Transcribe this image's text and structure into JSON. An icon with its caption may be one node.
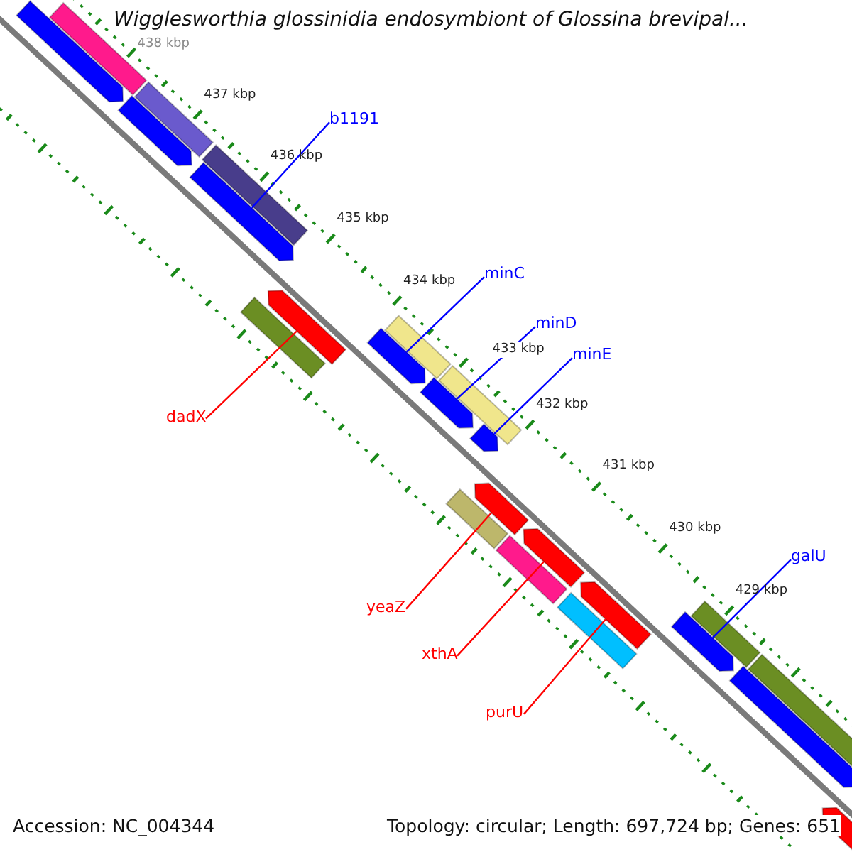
{
  "diagram": {
    "title": "Wigglesworthia glossinidia endosymbiont of Glossina brevipal...",
    "nodes": [
      {
        "text": [
          "b1191"
        ]
      },
      {
        "text": [],
        "shape": "arrow"
      },
      {
        "text": [
          "minC"
        ]
      },
      {
        "text": [],
        "shape": "arrow"
      },
      {
        "text": [
          "minD"
        ]
      },
      {
        "text": [],
        "shape": "arrow"
      },
      {
        "text": [
          "minE"
        ]
      },
      {
        "text": [],
        "shape": "arrow"
      },
      {
        "text": [
          "dadX"
        ]
      },
      {
        "text": [],
        "shape": "arrow"
      },
      {
        "text": [
          "galU"
        ]
      },
      {
        "text": [],
        "shape": "arrow"
      },
      {
        "text": [
          "yeaZ"
        ]
      },
      {
        "text": [],
        "shape": "arrow"
      },
      {
        "text": [
          "xthA"
        ]
      },
      {
        "text": [],
        "shape": "arrow"
      },
      {
        "text": [
          "purU"
        ]
      },
      {
        "text": [],
        "shape": "arrow"
      },
      {
        "text": [],
        "shape": "bar"
      },
      {
        "text": [],
        "shape": "arrow"
      },
      {
        "text": [],
        "shape": "arrow"
      },
      {
        "text": [],
        "shape": "bar"
      },
      {
        "text": [],
        "shape": "bar"
      },
      {
        "text": [],
        "shape": "bar"
      },
      {
        "text": [],
        "shape": "bar"
      },
      {
        "text": [],
        "shape": "bar"
      },
      {
        "text": [],
        "shape": "bar"
      },
      {
        "text": [],
        "shape": "bar"
      },
      {
        "text": [],
        "shape": "bar"
      },
      {
        "text": [],
        "shape": "bar"
      },
      {
        "text": [],
        "shape": "arrow"
      },
      {
        "text": [],
        "shape": "bar"
      },
      {
        "text": [],
        "shape": "arrow"
      }
    ],
    "edges": [
      {
        "from": 0,
        "to": 1,
        "arrow": "none"
      },
      {
        "from": 2,
        "to": 3,
        "arrow": "none"
      },
      {
        "from": 4,
        "to": 5,
        "arrow": "none"
      },
      {
        "from": 6,
        "to": 7,
        "arrow": "none"
      },
      {
        "from": 8,
        "to": 9,
        "arrow": "none",
        "color": "#ff0000"
      },
      {
        "from": 10,
        "to": 11,
        "arrow": "none"
      },
      {
        "from": 12,
        "to": 13,
        "arrow": "none",
        "color": "#ff0000"
      },
      {
        "from": 14,
        "to": 15,
        "arrow": "none",
        "color": "#ff0000"
      },
      {
        "from": 16,
        "to": 17,
        "arrow": "none",
        "color": "#ff0000"
      }
    ],
    "labels": [
      "438 kbp",
      "437 kbp",
      "436 kbp",
      "435 kbp",
      "434 kbp",
      "433 kbp",
      "432 kbp",
      "431 kbp",
      "430 kbp",
      "429 kbp",
      "Accession: NC_004344",
      "Topology: circular; Length: 697,724 bp; Genes: 651"
    ]
  }
}
